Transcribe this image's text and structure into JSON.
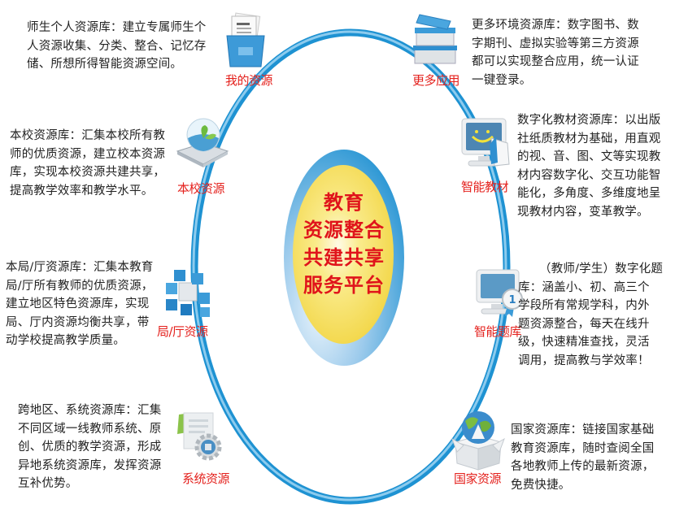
{
  "center": {
    "lines": [
      "教育",
      "资源整合",
      "共建共享",
      "服务平台"
    ]
  },
  "colors": {
    "ring": "#2a9ad6",
    "label": "#e4211d",
    "center_text": "#e0141b",
    "center_fill": "#f5dc55",
    "center_border": "#3aa0d8"
  },
  "nodes": [
    {
      "id": "my-resources",
      "label": "我的资源",
      "icon": "folder-icon",
      "lines": [
        "师生个人资源库：建立专属师生个",
        "人资源收集、分类、整合、记忆存",
        "储、所想所得智能资源空间。"
      ]
    },
    {
      "id": "more-apps",
      "label": "更多应用",
      "icon": "books-icon",
      "lines": [
        "更多环境资源库：数字图书、数",
        "字期刊、虚拟实验等第三方资源",
        "都可以实现整合应用，统一认证",
        "一键登录。"
      ]
    },
    {
      "id": "school-resources",
      "label": "本校资源",
      "icon": "globe-book-icon",
      "lines": [
        "本校资源库：汇集本校所有教",
        "师的优质资源，建立校本资源",
        "库，实现本校资源共建共享，",
        "提高教学效率和教学水平。"
      ]
    },
    {
      "id": "smart-textbook",
      "label": "智能教材",
      "icon": "monitor-smile-icon",
      "lines": [
        "数字化教材资源库：以出版",
        "社纸质教材为基础，用直观",
        "的视、音、图、文等实现教",
        "材内容数字化、交互功能智",
        "能化，多角度、多维度地呈",
        "现教材内容，变革教学。"
      ]
    },
    {
      "id": "bureau-resources",
      "label": "局/厅资源",
      "icon": "cubes-icon",
      "lines": [
        "本局/厅资源库：汇集本教育",
        "局/厅所有教师的优质资源，",
        "建立地区特色资源库，实现",
        "局、厅内资源均衡共享，带",
        "动学校提高教学质量。"
      ]
    },
    {
      "id": "smart-question-bank",
      "label": "智能题库",
      "icon": "monitor-medal-icon",
      "lines": [
        "（教师/学生）数字化题",
        "库：涵盖小、初、高三个",
        "学段所有常规学科，内外",
        "题资源整合，每天在线升",
        "级，快速精准查找，灵活",
        "调用，提高教与学效率！"
      ]
    },
    {
      "id": "system-resources",
      "label": "系统资源",
      "icon": "gear-document-icon",
      "lines": [
        "跨地区、系统资源库：汇集",
        "不同区域一线教师系统、原",
        "创、优质的教学资源，形成",
        "异地系统资源库，发挥资源",
        "互补优势。"
      ]
    },
    {
      "id": "national-resources",
      "label": "国家资源",
      "icon": "globe-box-icon",
      "lines": [
        "国家资源库：链接国家基础",
        "教育资源库，随时查阅全国",
        "各地教师上传的最新资源，",
        "免费快捷。"
      ]
    }
  ]
}
